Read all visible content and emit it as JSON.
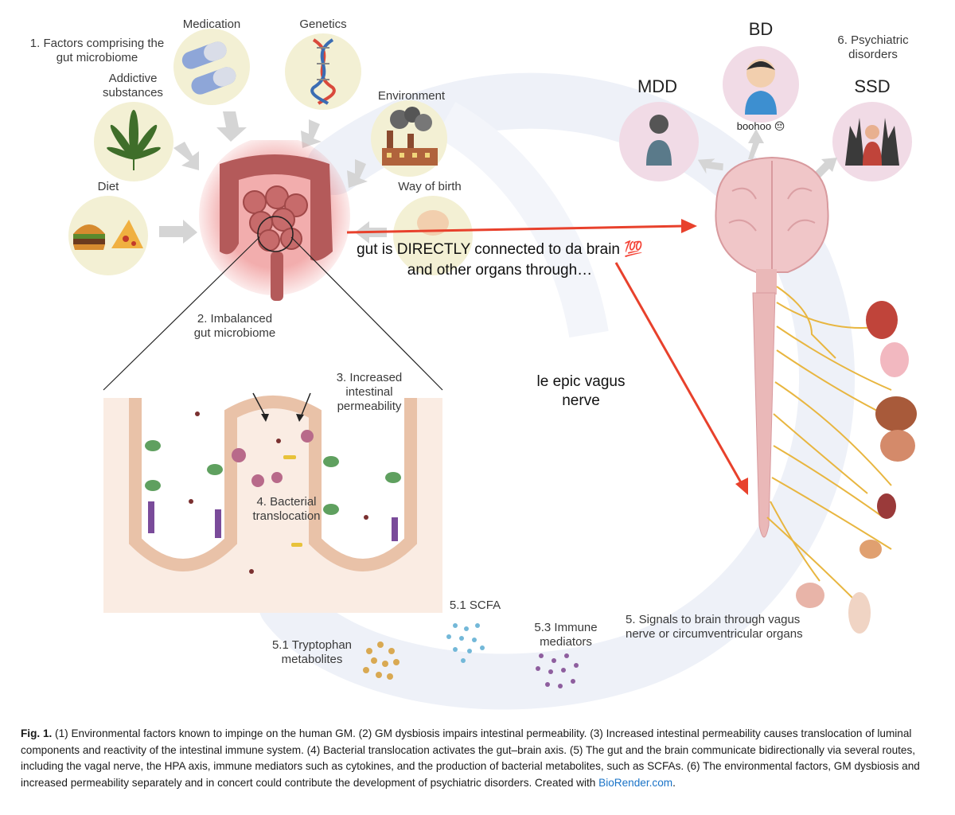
{
  "labels": {
    "factors": "1. Factors comprising the\ngut microbiome",
    "medication": "Medication",
    "genetics": "Genetics",
    "addictive": "Addictive\nsubstances",
    "environment": "Environment",
    "diet": "Diet",
    "way_of_birth": "Way of birth",
    "imbalanced": "2. Imbalanced\ngut microbiome",
    "permeability": "3. Increased\nintestinal\npermeability",
    "translocation": "4. Bacterial\ntranslocation",
    "scfa": "5.1 SCFA",
    "tryptophan": "5.1 Tryptophan\nmetabolites",
    "immune": "5.3 Immune\nmediators",
    "signals": "5. Signals to brain through vagus\nnerve or circumventricular organs",
    "psychiatric": "6. Psychiatric\ndisorders",
    "mdd": "MDD",
    "bd": "BD",
    "ssd": "SSD"
  },
  "annotations": {
    "boohoo": "boohoo 😔",
    "gut_brain_line1": "gut is DIRECTLY connected to da brain 💯",
    "gut_brain_line2": "and other organs through…",
    "vagus": "le epic vagus\nnerve"
  },
  "caption": {
    "fig_label": "Fig. 1.",
    "text": " (1) Environmental factors known to impinge on the human GM. (2) GM dysbiosis impairs intestinal permeability. (3) Increased intestinal permeability causes translocation of luminal components and reactivity of the intestinal immune system. (4) Bacterial translocation activates the gut–brain axis. (5) The gut and the brain communicate bidirectionally via several routes, including the vagal nerve, the HPA axis, immune mediators such as cytokines, and the production of bacterial metabolites, such as SCFAs. (6) The environmental factors, GM dysbiosis and increased permeability separately and in concert could contribute the development of psychiatric disorders. Created with ",
    "link": "BioRender.com",
    "end": "."
  },
  "colors": {
    "circle_fill": "#f3f0d4",
    "disorder_fill": "#f1dbe6",
    "arrow_red": "#e8412c",
    "nerve": "#e8b640",
    "flow_arrow": "#eef1f8"
  }
}
